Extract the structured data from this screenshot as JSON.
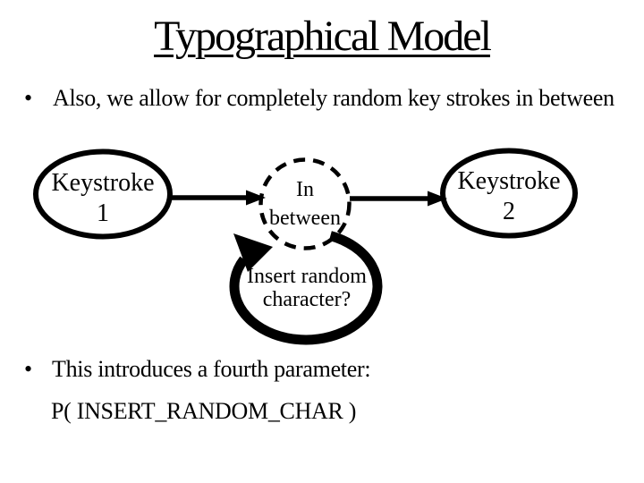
{
  "slide": {
    "title": "Typographical Model",
    "bullets": [
      {
        "glyph": "•",
        "text": "Also, we allow for completely random key strokes in between"
      },
      {
        "glyph": "•",
        "text": "This introduces a fourth parameter:"
      }
    ],
    "formula": "P( INSERT_RANDOM_CHAR )"
  },
  "diagram": {
    "nodes": [
      {
        "label": "Keystroke\n1",
        "shape": "ellipse",
        "border": "solid"
      },
      {
        "label": "In\nbetween",
        "shape": "circle",
        "border": "dashed"
      },
      {
        "label": "Keystroke\n2",
        "shape": "ellipse",
        "border": "solid"
      }
    ],
    "self_loop_label": "Insert random\ncharacter?"
  },
  "colors": {
    "ink": "#000000",
    "background": "#ffffff"
  }
}
